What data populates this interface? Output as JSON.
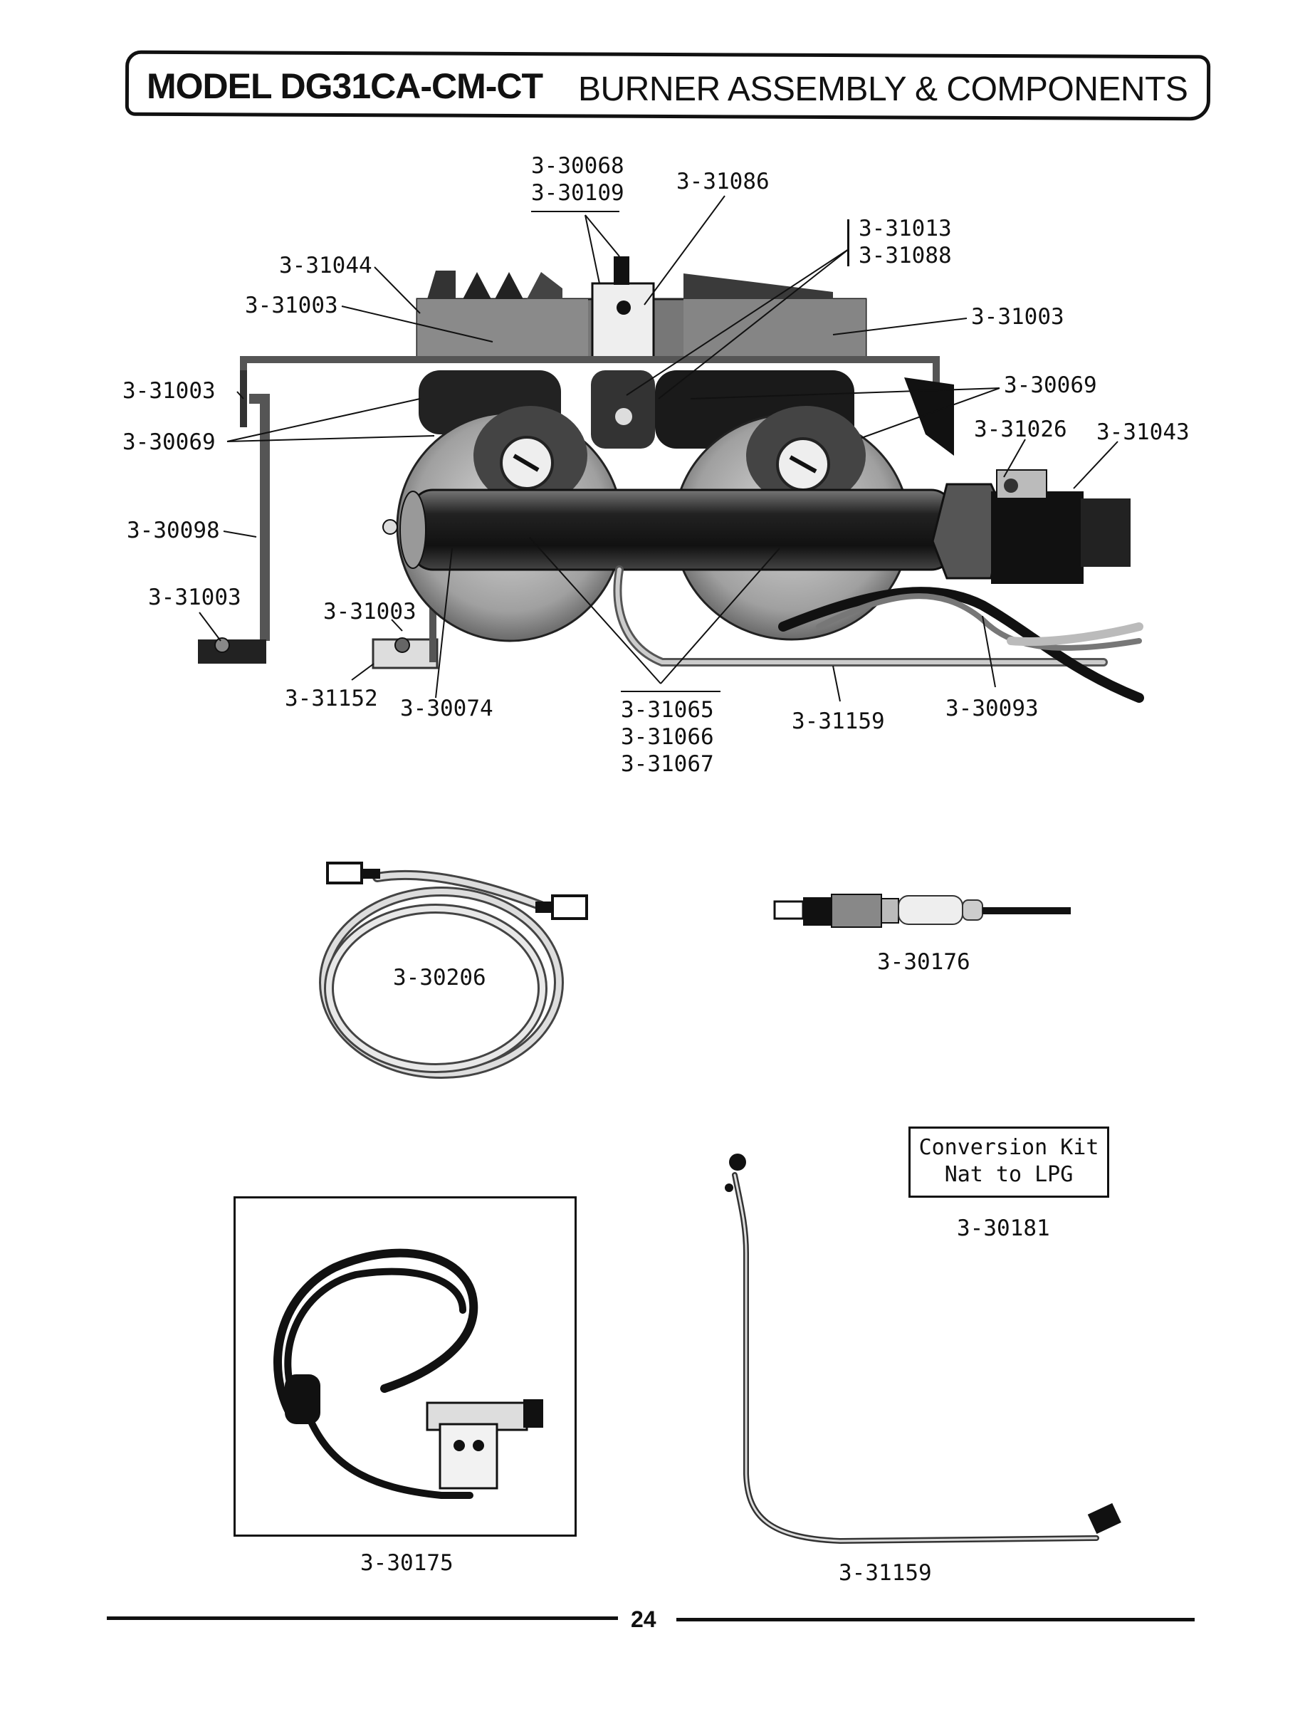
{
  "header": {
    "model": "MODEL DG31CA-CM-CT",
    "section": "BURNER ASSEMBLY & COMPONENTS"
  },
  "main_assembly": {
    "labels": {
      "p30068": "3-30068",
      "p30109": "3-30109",
      "p31086": "3-31086",
      "p31013": "3-31013",
      "p31088": "3-31088",
      "p31044": "3-31044",
      "p31003_top_left": "3-31003",
      "p31003_top_right": "3-31003",
      "p31003_left": "3-31003",
      "p30069_right": "3-30069",
      "p30069_left": "3-30069",
      "p31026": "3-31026",
      "p31043": "3-31043",
      "p30098": "3-30098",
      "p31003_bottom_left": "3-31003",
      "p31003_bottom_mid": "3-31003",
      "p31152": "3-31152",
      "p30074": "3-30074",
      "p31065": "3-31065",
      "p31066": "3-31066",
      "p31067": "3-31067",
      "p31159": "3-31159",
      "p30093": "3-30093"
    }
  },
  "components": {
    "wire_harness": "3-30206",
    "igniter": "3-30176",
    "conversion_kit_line1": "Conversion Kit",
    "conversion_kit_line2": "Nat to LPG",
    "conversion_kit_part": "3-30181",
    "spark_module": "3-30175",
    "pilot_tube": "3-31159"
  },
  "footer": {
    "page_number": "24"
  }
}
